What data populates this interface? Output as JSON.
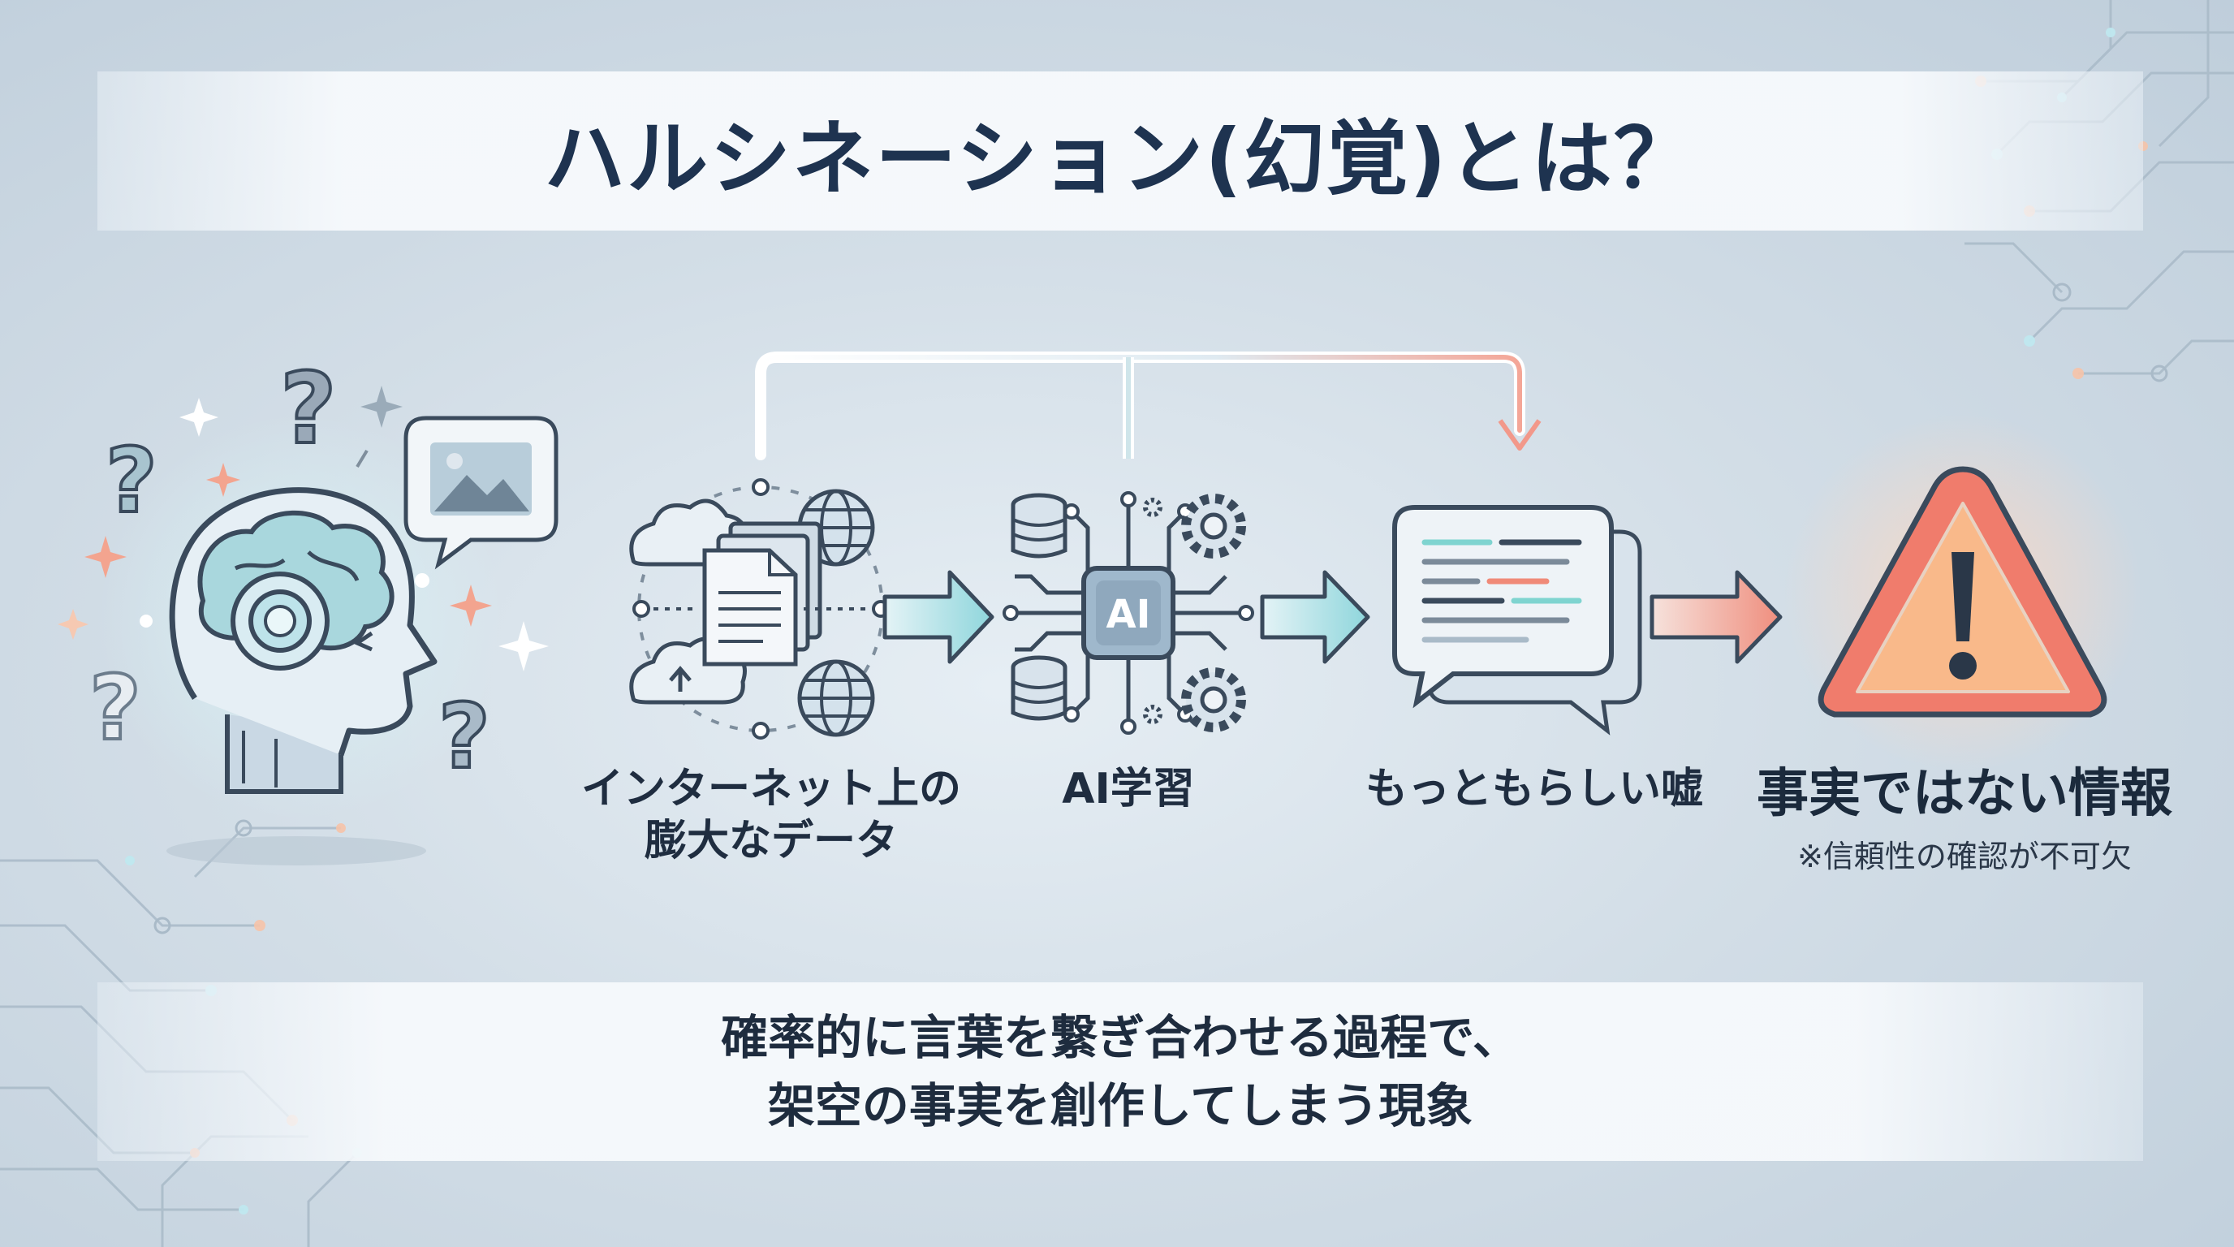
{
  "title": "ハルシネーション(幻覚)とは？",
  "steps": {
    "data_line1": "インターネット上の",
    "data_line2": "膨大なデータ",
    "ai": "AI学習",
    "ai_chip": "AI",
    "lie": "もっともらしい嘘",
    "fact": "事実ではない情報",
    "note": "※信頼性の確認が不可欠"
  },
  "bottom": {
    "line1": "確率的に言葉を繋ぎ合わせる過程で、",
    "line2": "架空の事実を創作してしまう現象"
  },
  "head_marks": [
    "?",
    "?",
    "?",
    "?"
  ],
  "colors": {
    "navy": "#1e3350",
    "outline": "#3a4a5c",
    "accent_teal": "#7fd4d0",
    "accent_coral": "#f08a78",
    "warning_fill": "#f9b98a",
    "warning_border": "#f07c6c"
  }
}
